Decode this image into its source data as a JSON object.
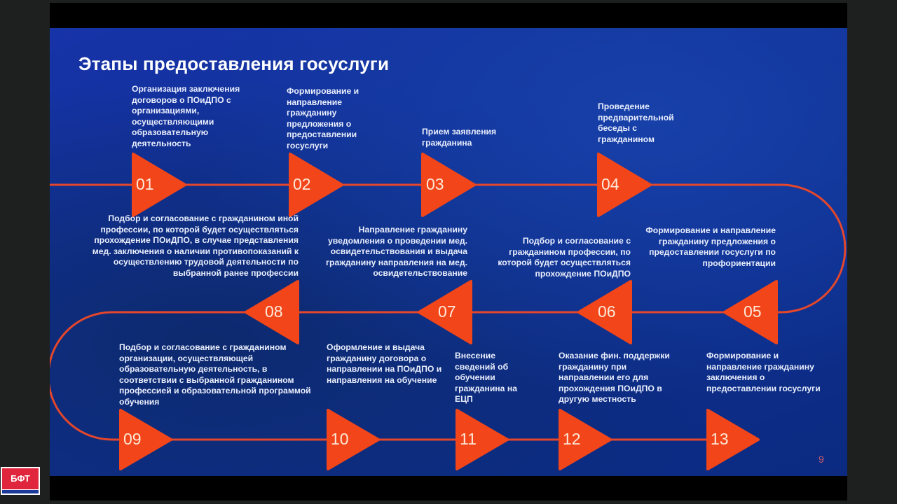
{
  "presentation": {
    "title": "Этапы предоставления госуслуги",
    "page_number": "9"
  },
  "logo": {
    "text": "БФТ"
  },
  "colors": {
    "slide_bg": "#0f3196",
    "accent": "#f2461a",
    "line": "#e4472b",
    "text": "#e9eefc"
  },
  "steps": [
    {
      "num": "01",
      "label": "Организация заключения договоров о ПОиДПО с организациями, осуществляющими образовательную деятельность"
    },
    {
      "num": "02",
      "label": "Формирование и направление гражданину предложения о предоставлении госуслуги"
    },
    {
      "num": "03",
      "label": "Прием заявления гражданина"
    },
    {
      "num": "04",
      "label": "Проведение предварительной беседы с гражданином"
    },
    {
      "num": "05",
      "label": "Формирование и направление гражданину предложения о предоставлении госуслуги по профориентации"
    },
    {
      "num": "06",
      "label": "Подбор и согласование с гражданином профессии, по которой будет осуществляться прохождение ПОиДПО"
    },
    {
      "num": "07",
      "label": "Направление гражданину уведомления о проведении мед. освидетельствования и выдача гражданину направления на мед. освидетельствование"
    },
    {
      "num": "08",
      "label": "Подбор и согласование с гражданином иной профессии, по которой будет осуществляться прохождение ПОиДПО, в случае представления мед. заключения о наличии противопоказаний к осуществлению трудовой деятельности по выбранной ранее профессии"
    },
    {
      "num": "09",
      "label": "Подбор и согласование с гражданином организации, осуществляющей образовательную деятельность, в соответствии с выбранной гражданином профессией и образовательной программой обучения"
    },
    {
      "num": "10",
      "label": "Оформление и выдача гражданину договора о направлении на ПОиДПО и направления на обучение"
    },
    {
      "num": "11",
      "label": "Внесение сведений об обучении гражданина на ЕЦП"
    },
    {
      "num": "12",
      "label": "Оказание фин. поддержки гражданину при направлении его для прохождения ПОиДПО в другую местность"
    },
    {
      "num": "13",
      "label": "Формирование и направление гражданину заключения о предоставлении госуслуги"
    }
  ]
}
